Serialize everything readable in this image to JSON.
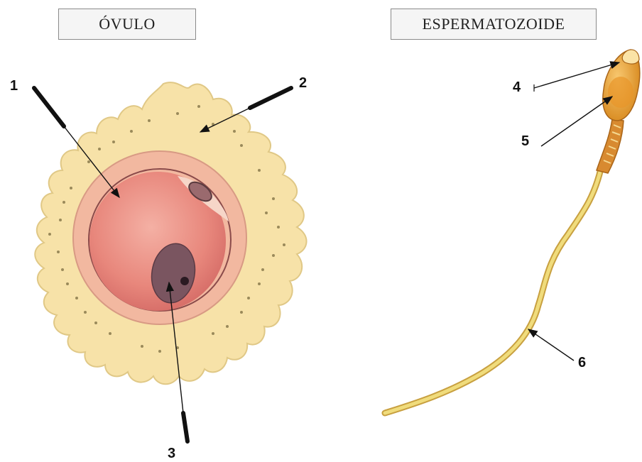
{
  "titles": {
    "ovulo": "ÓVULO",
    "espermatozoide": "ESPERMATOZOIDE"
  },
  "labels": {
    "l1": "1",
    "l2": "2",
    "l3": "3",
    "l4": "4",
    "l5": "5",
    "l6": "6"
  },
  "colors": {
    "corona": "#f7e2a8",
    "corona_dot": "#9a8a5a",
    "zona": "#f2b8a0",
    "cytoplasm": "#e88a80",
    "nucleus": "#7a5560",
    "sperm_head": "#e8a030",
    "tail": "#e8c85a",
    "arrow": "#111111"
  }
}
